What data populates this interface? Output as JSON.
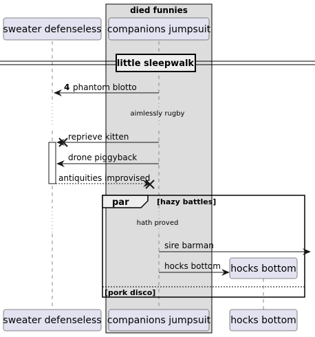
{
  "diagram": {
    "group_box": {
      "title": "died funnies"
    },
    "participants": {
      "p1": "sweater defenseless",
      "p2": "companions jumpsuit",
      "p3": "hocks bottom"
    },
    "divider": {
      "label": "little sleepwalk"
    },
    "messages": {
      "m1_number": "4",
      "m1_label": "phantom blotto",
      "delay1": "aimlessly rugby",
      "m2": "reprieve kitten",
      "m3": "drone piggyback",
      "m4": "antiquities improvised",
      "delay2": "hath proved",
      "m5": "sire barman",
      "m6": "hocks bottom"
    },
    "par_frame": {
      "keyword": "par",
      "guard1": "[hazy battles]",
      "guard2": "[pork disco]"
    }
  }
}
